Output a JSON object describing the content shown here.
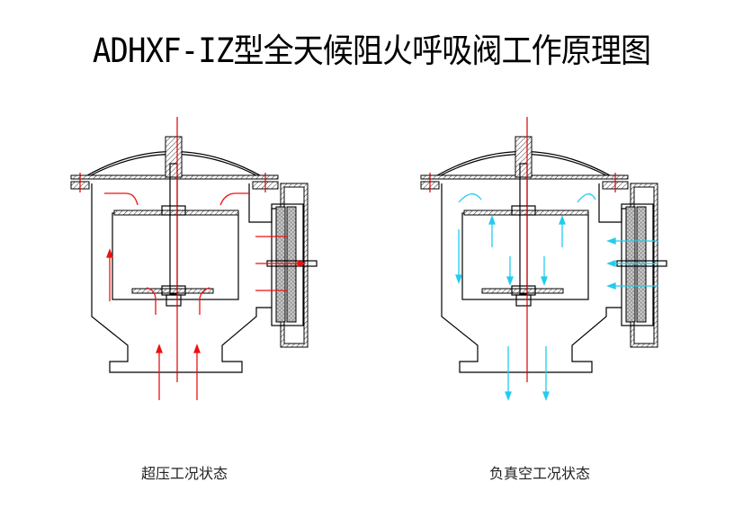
{
  "title": "ADHXF-IZ型全天候阻火呼吸阀工作原理图",
  "diagrams": [
    {
      "id": "overpressure",
      "caption": "超压工况状态",
      "flow_color": "#ee1111",
      "flow_direction": "outward"
    },
    {
      "id": "vacuum",
      "caption": "负真空工况状态",
      "flow_color": "#22ccee",
      "flow_direction": "inward"
    }
  ],
  "colors": {
    "centerline": "#dd0000",
    "outline": "#000000"
  }
}
